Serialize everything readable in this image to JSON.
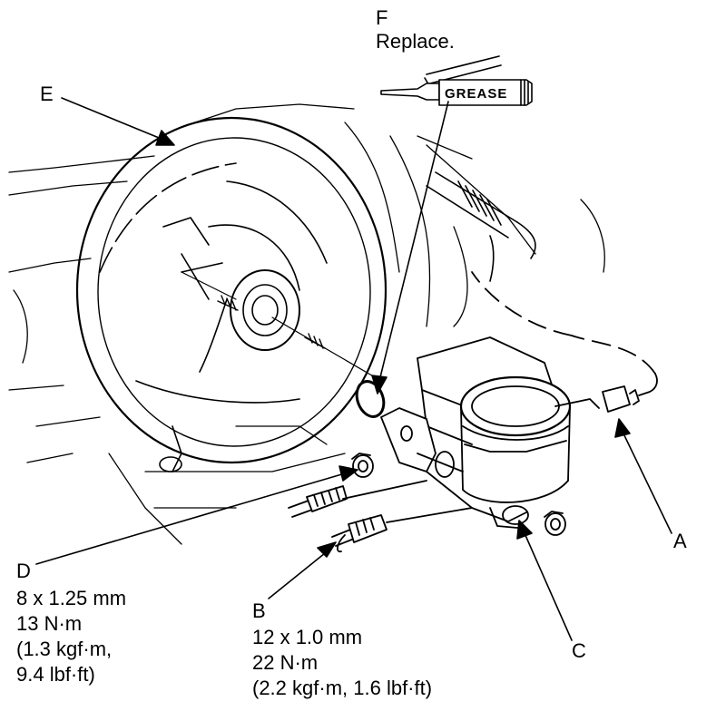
{
  "callouts": {
    "A": {
      "letter": "A"
    },
    "B": {
      "letter": "B",
      "lines": [
        "12 x 1.0 mm",
        "22 N·m",
        "(2.2 kgf·m, 1.6 lbf·ft)"
      ]
    },
    "C": {
      "letter": "C"
    },
    "D": {
      "letter": "D",
      "lines": [
        "8 x 1.25 mm",
        "13 N·m",
        "(1.3 kgf·m,",
        "9.4 lbf·ft)"
      ]
    },
    "E": {
      "letter": "E"
    },
    "F": {
      "letter": "F",
      "note": "Replace."
    }
  },
  "grease_tube": {
    "text": "GREASE"
  },
  "colors": {
    "ink": "#000000",
    "paper": "#ffffff"
  }
}
